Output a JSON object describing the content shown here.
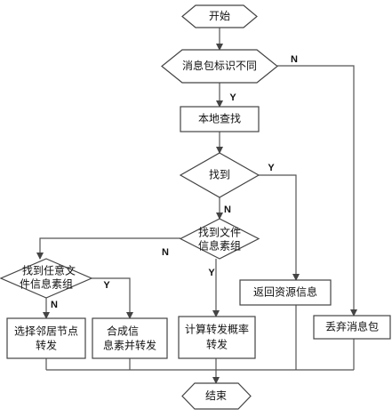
{
  "nodes": {
    "start": "开始",
    "check_id": "消息包标识不同",
    "local_search": "本地查找",
    "found": "找到",
    "found_group_l1": "找到文件",
    "found_group_l2": "信息素组",
    "any_group_l1": "找到任意文",
    "any_group_l2": "件信息素组",
    "select_l1": "选择邻居节点",
    "select_l2": "转发",
    "merge_l1": "合成信",
    "merge_l2": "息素并转发",
    "calc_l1": "计算转发概率",
    "calc_l2": "转发",
    "return": "返回资源信息",
    "discard": "丢弃消息包",
    "end": "结束"
  },
  "edges": {
    "yes": "Y",
    "no": "N"
  }
}
